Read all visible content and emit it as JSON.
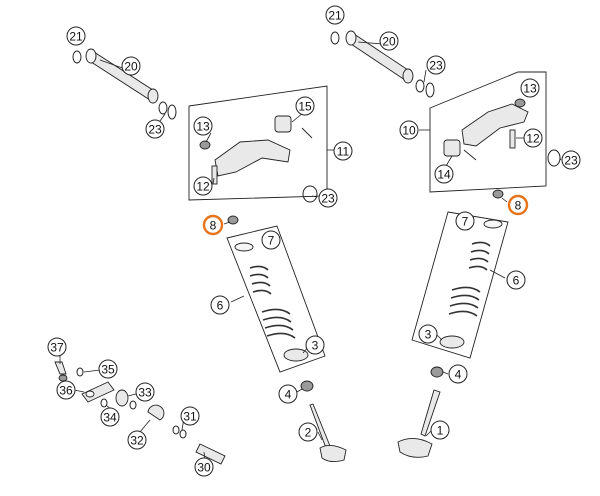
{
  "colors": {
    "highlight": "#e8741a",
    "line": "#222222"
  },
  "labels": [
    {
      "id": "l21a",
      "text": "21"
    },
    {
      "id": "l20a",
      "text": "20"
    },
    {
      "id": "l23a",
      "text": "23"
    },
    {
      "id": "l13a",
      "text": "13"
    },
    {
      "id": "l15a",
      "text": "15"
    },
    {
      "id": "l11a",
      "text": "11"
    },
    {
      "id": "l12a",
      "text": "12"
    },
    {
      "id": "l23b",
      "text": "23"
    },
    {
      "id": "l8a",
      "text": "8",
      "highlight": true
    },
    {
      "id": "l7a",
      "text": "7"
    },
    {
      "id": "l6a",
      "text": "6"
    },
    {
      "id": "l3a",
      "text": "3"
    },
    {
      "id": "l4a",
      "text": "4"
    },
    {
      "id": "l2a",
      "text": "2"
    },
    {
      "id": "l21b",
      "text": "21"
    },
    {
      "id": "l20b",
      "text": "20"
    },
    {
      "id": "l23c",
      "text": "23"
    },
    {
      "id": "l13b",
      "text": "13"
    },
    {
      "id": "l10a",
      "text": "10"
    },
    {
      "id": "l12b",
      "text": "12"
    },
    {
      "id": "l23d",
      "text": "23"
    },
    {
      "id": "l14a",
      "text": "14"
    },
    {
      "id": "l8b",
      "text": "8",
      "highlight": true
    },
    {
      "id": "l7b",
      "text": "7"
    },
    {
      "id": "l6b",
      "text": "6"
    },
    {
      "id": "l3b",
      "text": "3"
    },
    {
      "id": "l4b",
      "text": "4"
    },
    {
      "id": "l1a",
      "text": "1"
    },
    {
      "id": "l37a",
      "text": "37"
    },
    {
      "id": "l35a",
      "text": "35"
    },
    {
      "id": "l36a",
      "text": "36"
    },
    {
      "id": "l33a",
      "text": "33"
    },
    {
      "id": "l34a",
      "text": "34"
    },
    {
      "id": "l31a",
      "text": "31"
    },
    {
      "id": "l32a",
      "text": "32"
    },
    {
      "id": "l30a",
      "text": "30"
    }
  ]
}
